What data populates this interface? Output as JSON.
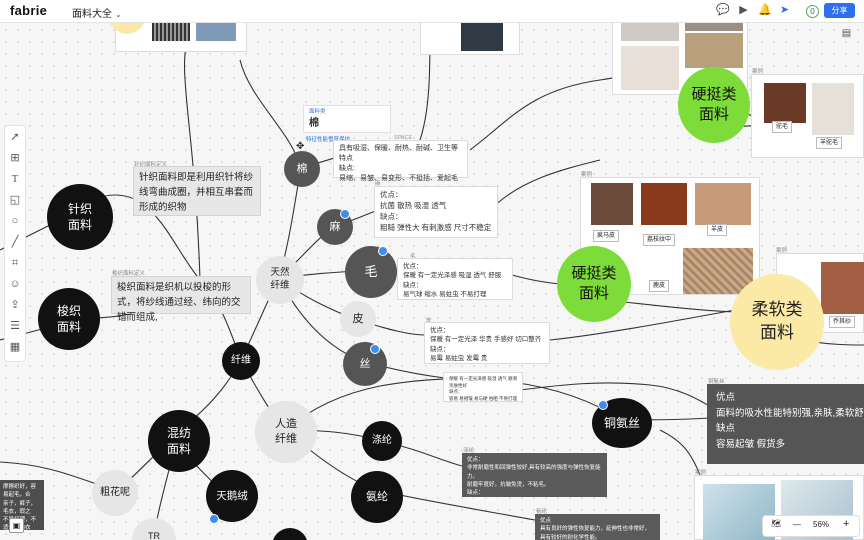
{
  "app": {
    "brand": "fabrie",
    "doc_title": "面料大全",
    "share_label": "分享",
    "online_count": "0"
  },
  "topbar_icons": [
    "chat-icon",
    "video-icon",
    "bell-icon",
    "cursor-icon"
  ],
  "toolbar_tools": [
    "select-tool-icon",
    "frame-tool-icon",
    "text-tool-icon",
    "sticky-note-icon",
    "shape-tool-icon",
    "line-tool-icon",
    "crop-tool-icon",
    "emoji-icon",
    "upload-icon",
    "outline-icon",
    "layout-icon"
  ],
  "zoom": {
    "value": "56%",
    "minus": "—",
    "plus": "+"
  },
  "nodes": {
    "zhizhi": "针织\n面料",
    "suozhi": "梭织\n面料",
    "hunfang": "混纺\n面料",
    "cuhuani": "粗花呢",
    "tiansirong": "天鹅绒",
    "tr": "TR",
    "xianwei": "纤维",
    "tianran": "天然\n纤维",
    "renzao": "人造\n纤维",
    "mian": "棉",
    "ma": "麻",
    "mao": "毛",
    "pi": "皮",
    "si": "丝",
    "dilun": "涤纶",
    "anlun": "氨纶",
    "tonganzhi": "铜氨丝",
    "yingting1": "硬挺类\n面料",
    "yingting2": "硬挺类\n面料",
    "rouruan": "柔软类\n面料"
  },
  "def_zhizhi": {
    "tag": "针织面料定义",
    "text": "针织面料即是利用织针将纱线弯曲成圈，并相互串套而形成的织物"
  },
  "def_suozhi": {
    "tag": "梭织面料定义",
    "text": "梭织面料是织机以投梭的形式，将纱线通过经、纬向的交错而组成,"
  },
  "mian_card": {
    "label": "面料类",
    "title": "棉",
    "sub": "特征性能雪普保护",
    "space": "SPACE",
    "lines": [
      "具有吸湿、保暖、耐热、耐碱、卫生等特点",
      "缺点:",
      "易缩、易皱、易变形、不挺括、爱起毛"
    ]
  },
  "ma_card": {
    "tag": "麻",
    "lines": [
      "优点：",
      "抗菌 散热 吸湿 透气",
      "缺点：",
      "粗糙 弹性大 有刺激感 尺寸不稳定"
    ]
  },
  "mao_card": {
    "tag": "毛",
    "lines": [
      "优点：",
      "保暖 有一定光泽感 吸湿 透气 舒服",
      "缺点：",
      "易气球 缩水 易蛀虫 不易打理"
    ]
  },
  "pi_card": {
    "tag": "皮",
    "lines": [
      "优点：",
      "保暖 有一定光泽 华贵 手感好 切口整齐",
      "缺点：",
      "易霉 易蛀虫 发霉 贵"
    ]
  },
  "si_card": {
    "lines": [
      "保暖 有一定光泽感 吸湿 透气 顺滑亲肤性好",
      "缺点：",
      "容易 易褶皱 易与硬 怕晒 不易打理"
    ]
  },
  "tonganzhi_card": {
    "tag": "铜氨丝",
    "lines": [
      "优点",
      "面料的吸水性能特别强,亲肤,柔软舒服",
      "缺点",
      "容易起皱 假货多"
    ]
  },
  "dilun_card": {
    "tag": "涤纶",
    "lines": [
      "优点：",
      "非常耐磨性和回弹性较好,具有较高的强度与弹性恢复能力。",
      "耐磨牢度好，抗皱免烫，不粘毛。",
      "缺点：",
      "不透气 不吸湿"
    ]
  },
  "anlun_card": {
    "tag": "氨纶",
    "lines": [
      "优点",
      "具有良好的弹性恢复能力，延伸性也非常好，具有较好的耐化学性能。"
    ]
  },
  "cuhuani_card": {
    "lines": [
      "摩擦织好，容易起毛，合",
      "亲子，裤子，毛衣，瑕之",
      "不易打理，不适合做内衣"
    ]
  },
  "case_labels": {
    "case1": "案例",
    "case2": "案例",
    "case3": "案例",
    "case4": "案例"
  },
  "swatches": {
    "luomao": "驼毛",
    "yangtuo": "羊驼毛",
    "fengma": "疯马皮",
    "lizhiwen": "荔枝纹中",
    "yangpi": "羊皮",
    "lulupi": "鹿皮",
    "qiaopisha": "乔其纱"
  },
  "colors": {
    "accent": "#2f6fed",
    "green": "#7ddc3a",
    "cream": "#fbe9a6",
    "black": "#111111",
    "card_dark": "#555555"
  }
}
